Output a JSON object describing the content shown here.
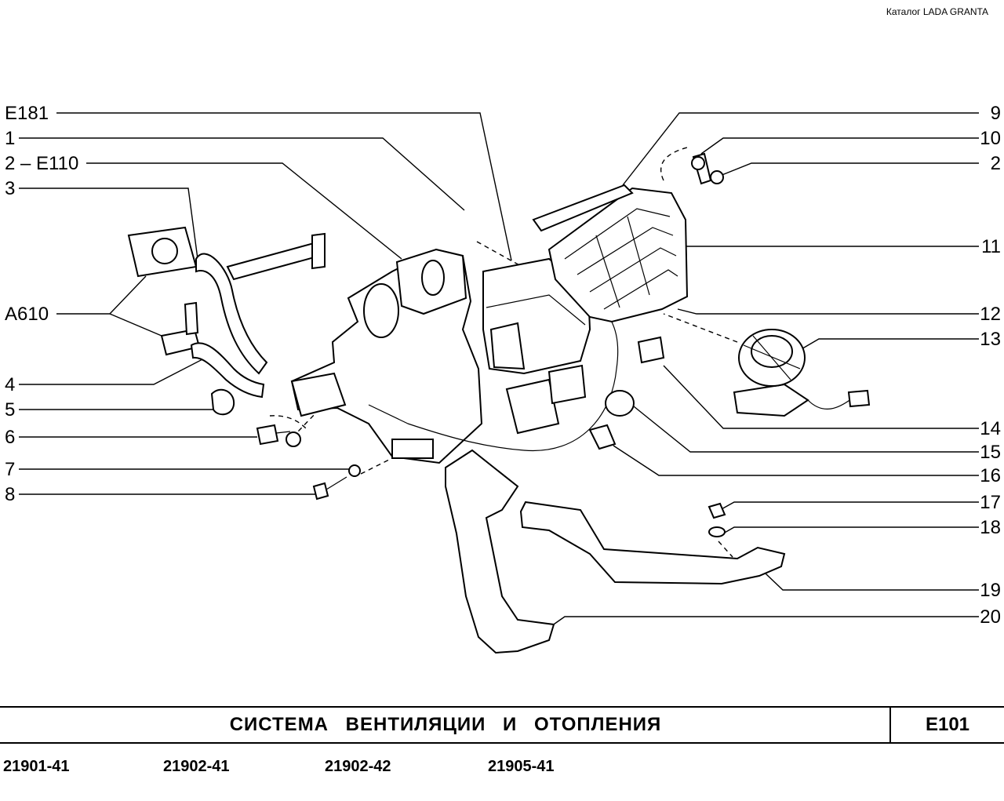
{
  "catalog": "Каталог  LADA  GRANTA",
  "labels_left": [
    "E181",
    "1",
    "2 – E110",
    "3",
    "A610",
    "4",
    "5",
    "6",
    "7",
    "8"
  ],
  "labels_right": [
    "9",
    "10",
    "2",
    "11",
    "12",
    "13",
    "14",
    "15",
    "16",
    "17",
    "18",
    "19",
    "20"
  ],
  "title": "СИСТЕМА   ВЕНТИЛЯЦИИ   И   ОТОПЛЕНИЯ",
  "code": "E101",
  "models": [
    "21901-41",
    "21902-41",
    "21902-42",
    "21905-41"
  ]
}
